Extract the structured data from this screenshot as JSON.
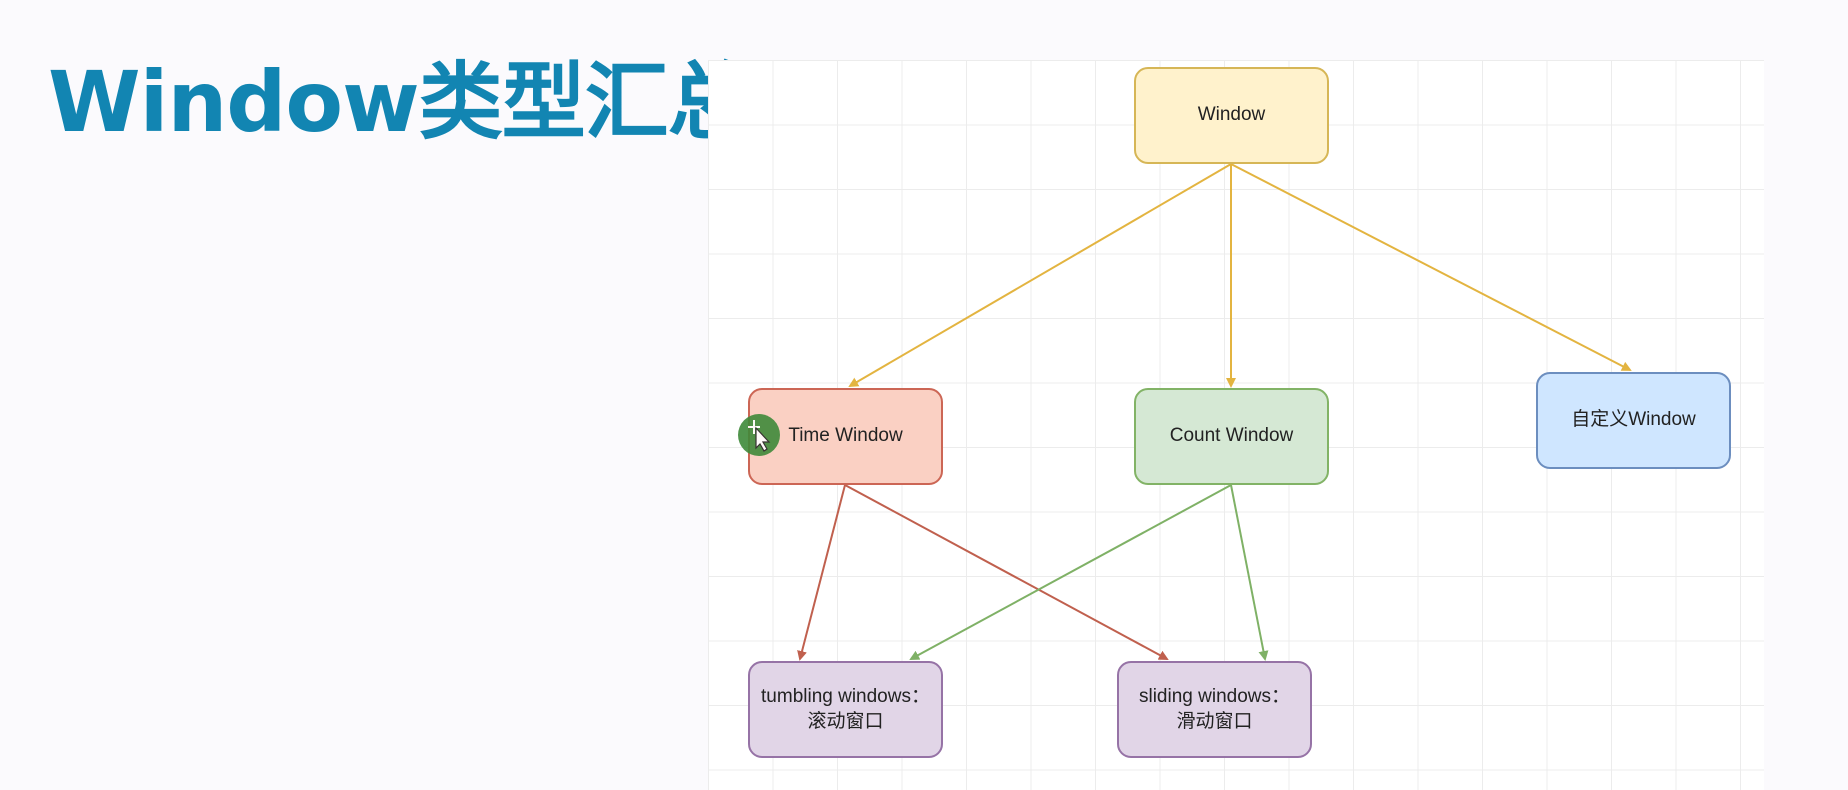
{
  "slide": {
    "title": "Window类型汇总"
  },
  "diagram": {
    "nodes": {
      "window": "Window",
      "time_window": "Time Window",
      "count_window": "Count Window",
      "custom_window": "自定义Window",
      "tumbling": "tumbling windows：\n滚动窗口",
      "sliding": "sliding windows：\n滑动窗口"
    },
    "edges": [
      {
        "from": "Window",
        "to": "Time Window"
      },
      {
        "from": "Window",
        "to": "Count Window"
      },
      {
        "from": "Window",
        "to": "自定义Window"
      },
      {
        "from": "Time Window",
        "to": "tumbling windows"
      },
      {
        "from": "Time Window",
        "to": "sliding windows"
      },
      {
        "from": "Count Window",
        "to": "tumbling windows"
      },
      {
        "from": "Count Window",
        "to": "sliding windows"
      }
    ],
    "colors": {
      "yellow_edge": "#e3b440",
      "red_edge": "#c0604e",
      "green_edge": "#7fb166"
    }
  }
}
